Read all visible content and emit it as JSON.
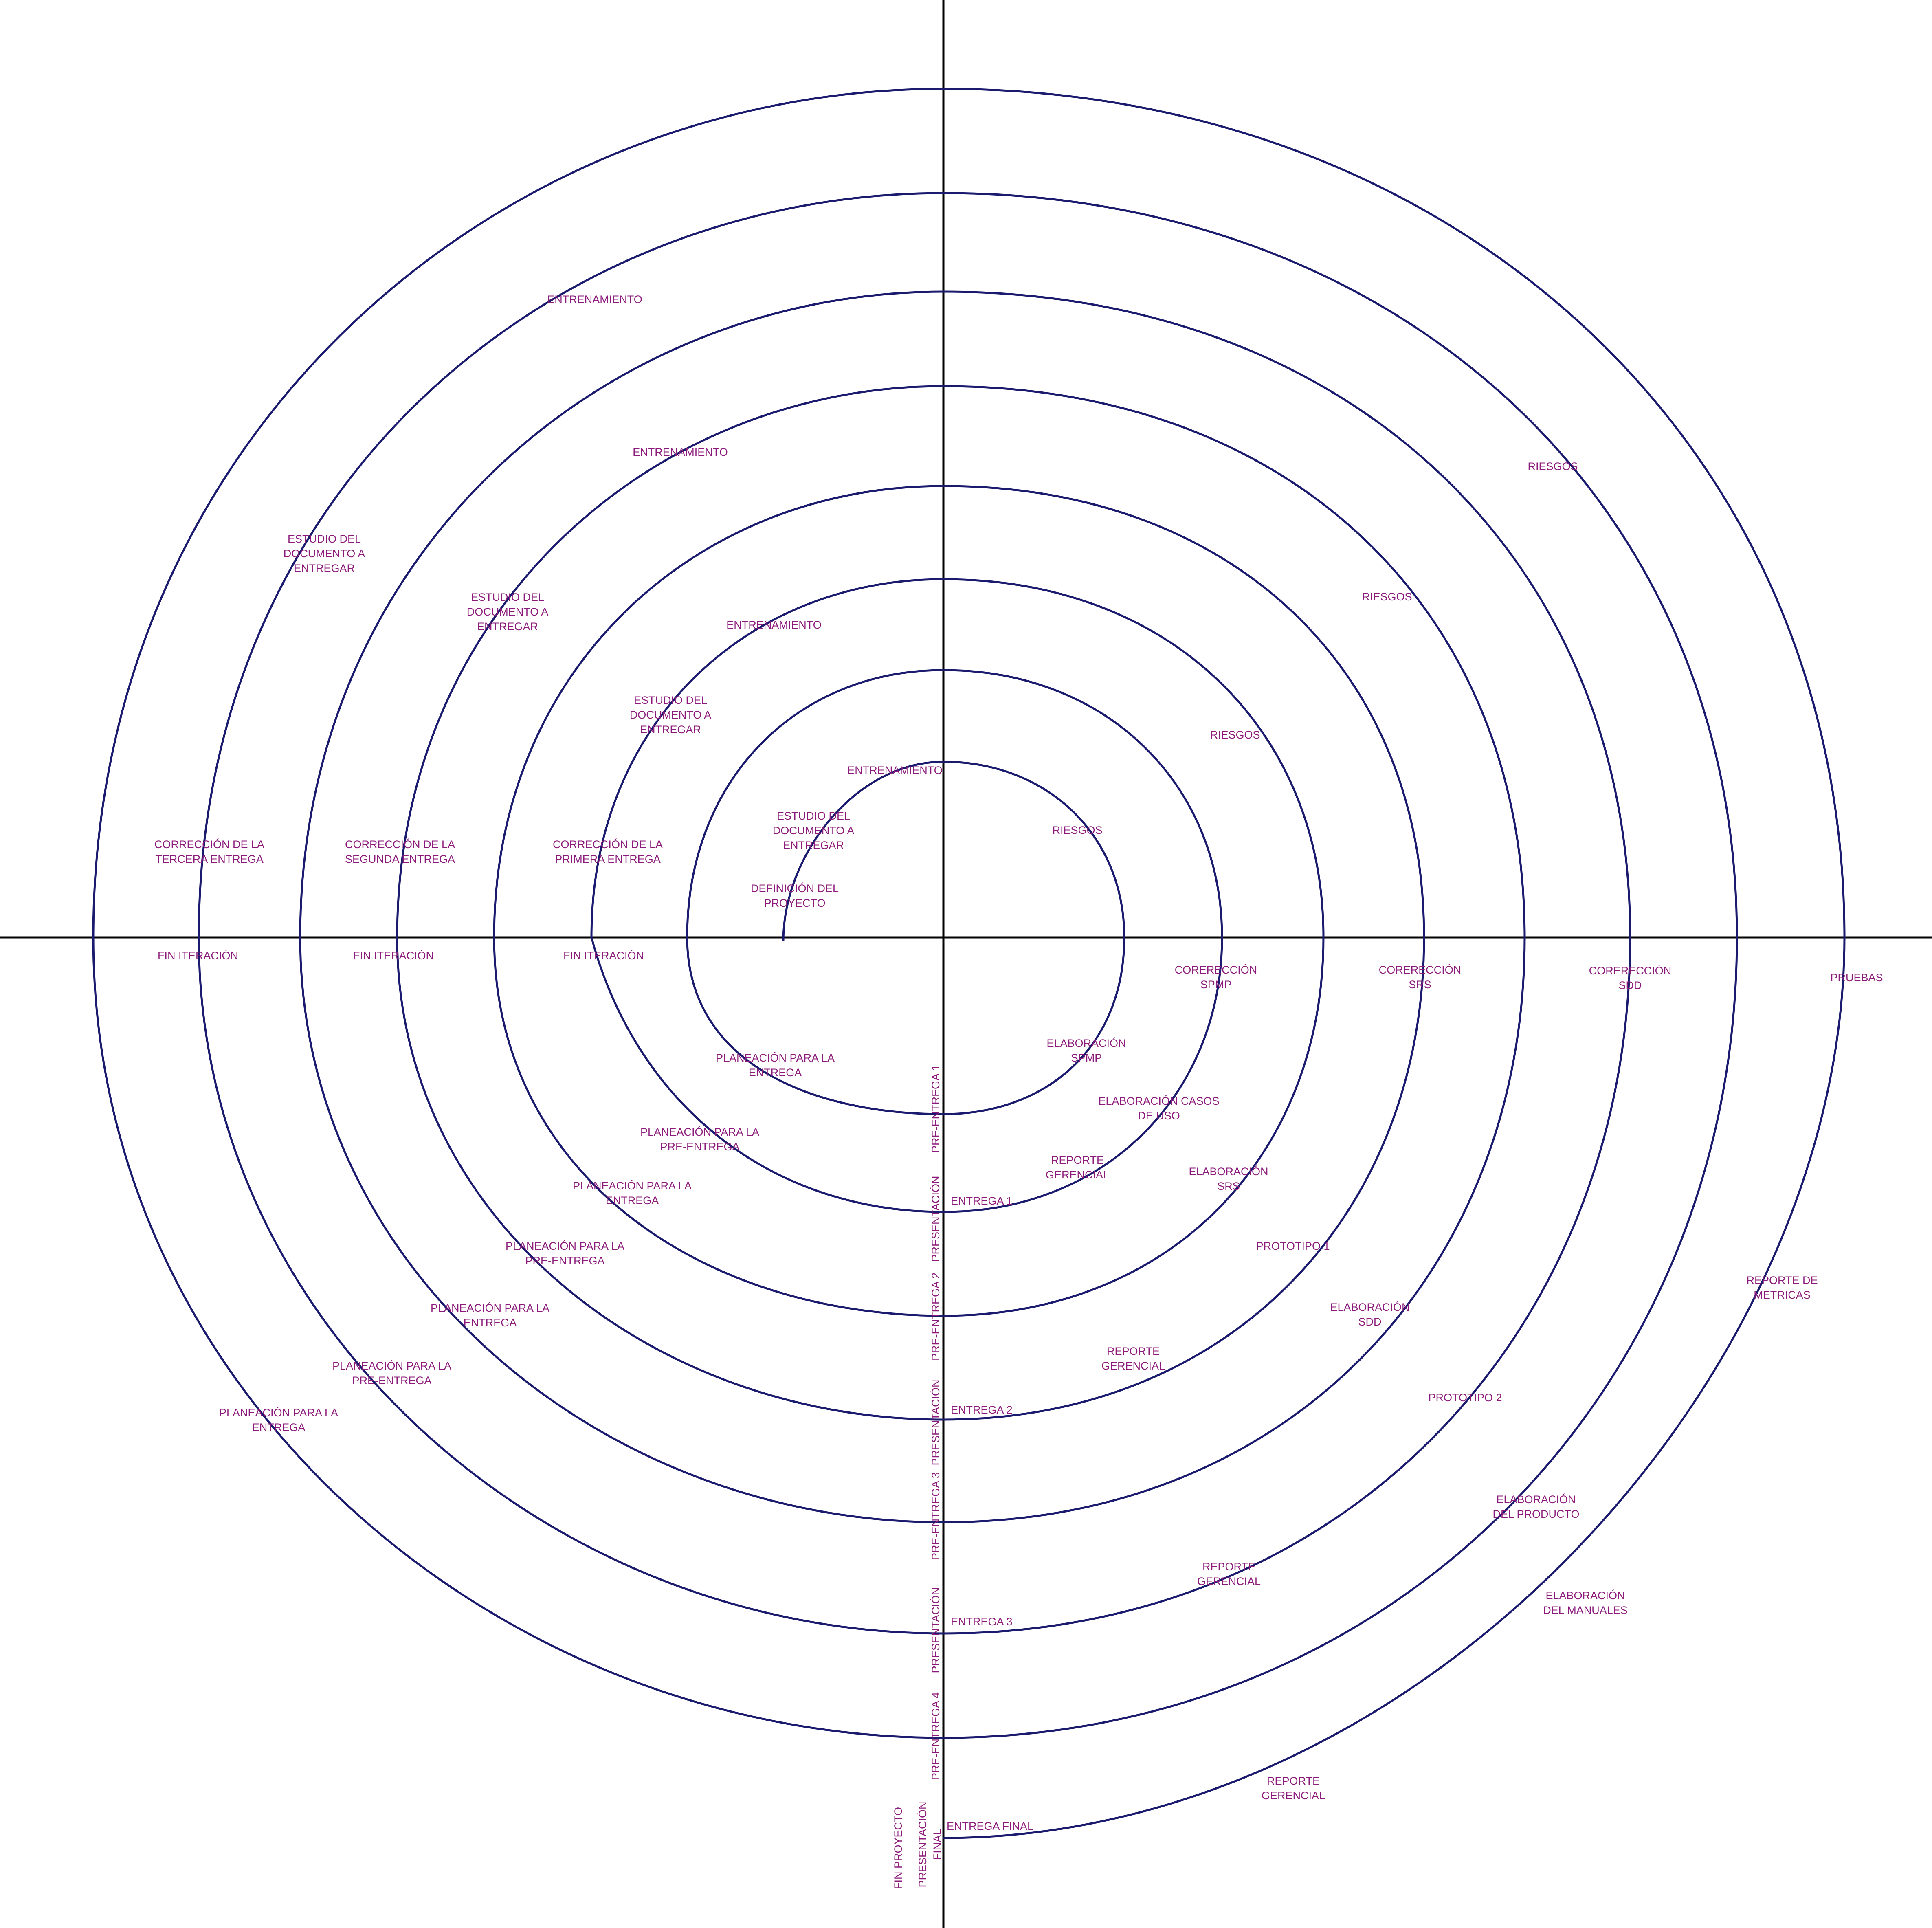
{
  "colors": {
    "axis": "#000000",
    "spiral": "#1a1a6e",
    "label": "#8b1a7a"
  },
  "labels": {
    "entrenamiento_1": "ENTRENAMIENTO",
    "entrenamiento_2": "ENTRENAMIENTO",
    "entrenamiento_3": "ENTRENAMIENTO",
    "entrenamiento_4": "ENTRENAMIENTO",
    "estudio_1": [
      "ESTUDIO DEL",
      "DOCUMENTO A",
      "ENTREGAR"
    ],
    "estudio_2": [
      "ESTUDIO DEL",
      "DOCUMENTO A",
      "ENTREGAR"
    ],
    "estudio_3": [
      "ESTUDIO DEL",
      "DOCUMENTO A",
      "ENTREGAR"
    ],
    "estudio_4": [
      "ESTUDIO DEL",
      "DOCUMENTO A",
      "ENTREGAR"
    ],
    "definicion": [
      "DEFINICIÓN DEL",
      "PROYECTO"
    ],
    "correccion_1": [
      "CORRECCIÓN DE LA",
      "PRIMERA ENTREGA"
    ],
    "correccion_2": [
      "CORRECCIÓN DE LA",
      "SEGUNDA ENTREGA"
    ],
    "correccion_3": [
      "CORRECCIÓN DE LA",
      "TERCERA ENTREGA"
    ],
    "fin_iteracion_1": "FIN ITERACIÓN",
    "fin_iteracion_2": "FIN ITERACIÓN",
    "fin_iteracion_3": "FIN ITERACIÓN",
    "riesgos_1": "RIESGOS",
    "riesgos_2": "RIESGOS",
    "riesgos_3": "RIESGOS",
    "riesgos_4": "RIESGOS",
    "correccion_spmp": [
      "CORERECCIÓN",
      "SPMP"
    ],
    "correccion_srs": [
      "CORERECCIÓN",
      "SRS"
    ],
    "correccion_sdd": [
      "CORERECCIÓN",
      "SDD"
    ],
    "pruebas": "PRUEBAS",
    "elaboracion_spmp": [
      "ELABORACIÓN",
      "SPMP"
    ],
    "elaboracion_casos": [
      "ELABORACIÓN CASOS",
      "DE USO"
    ],
    "reporte_1": [
      "REPORTE",
      "GERENCIAL"
    ],
    "reporte_2": [
      "REPORTE",
      "GERENCIAL"
    ],
    "reporte_3": [
      "REPORTE",
      "GERENCIAL"
    ],
    "reporte_4": [
      "REPORTE",
      "GERENCIAL"
    ],
    "elaboracion_srs": [
      "ELABORACIÓN",
      "SRS"
    ],
    "prototipo_1": "PROTOTIPO 1",
    "elaboracion_sdd": [
      "ELABORACIÓN",
      "SDD"
    ],
    "prototipo_2": "PROTOTIPO 2",
    "elaboracion_producto": [
      "ELABORACIÓN",
      "DEL PRODUCTO"
    ],
    "elaboracion_manuales": [
      "ELABORACIÓN",
      "DEL MANUALES"
    ],
    "reporte_metricas": [
      "REPORTE DE",
      "METRICAS"
    ],
    "planeacion_entrega_1": [
      "PLANEACIÓN PARA LA",
      "ENTREGA"
    ],
    "planeacion_pre_1": [
      "PLANEACIÓN PARA LA",
      "PRE-ENTREGA"
    ],
    "planeacion_entrega_2": [
      "PLANEACIÓN PARA LA",
      "ENTREGA"
    ],
    "planeacion_pre_2": [
      "PLANEACIÓN PARA LA",
      "PRE-ENTREGA"
    ],
    "planeacion_entrega_3": [
      "PLANEACIÓN PARA LA",
      "ENTREGA"
    ],
    "planeacion_pre_3": [
      "PLANEACIÓN PARA LA",
      "PRE-ENTREGA"
    ],
    "planeacion_entrega_4": [
      "PLANEACIÓN PARA LA",
      "ENTREGA"
    ],
    "entrega_1": "ENTREGA 1",
    "entrega_2": "ENTREGA 2",
    "entrega_3": "ENTREGA 3",
    "entrega_final": "ENTREGA FINAL",
    "pre_entrega_1": "PRE-ENTREGA 1",
    "pre_entrega_2": "PRE-ENTREGA 2",
    "pre_entrega_3": "PRE-ENTREGA 3",
    "pre_entrega_4": "PRE-ENTREGA 4",
    "presentacion_1": "PRESENTACIÓN",
    "presentacion_2": "PRESENTACIÓN",
    "presentacion_3": "PRESENTACIÓN",
    "presentacion_final": [
      "PRESENTACIÓN",
      "FINAL"
    ],
    "fin_proyecto": "FIN PROYECTO"
  }
}
